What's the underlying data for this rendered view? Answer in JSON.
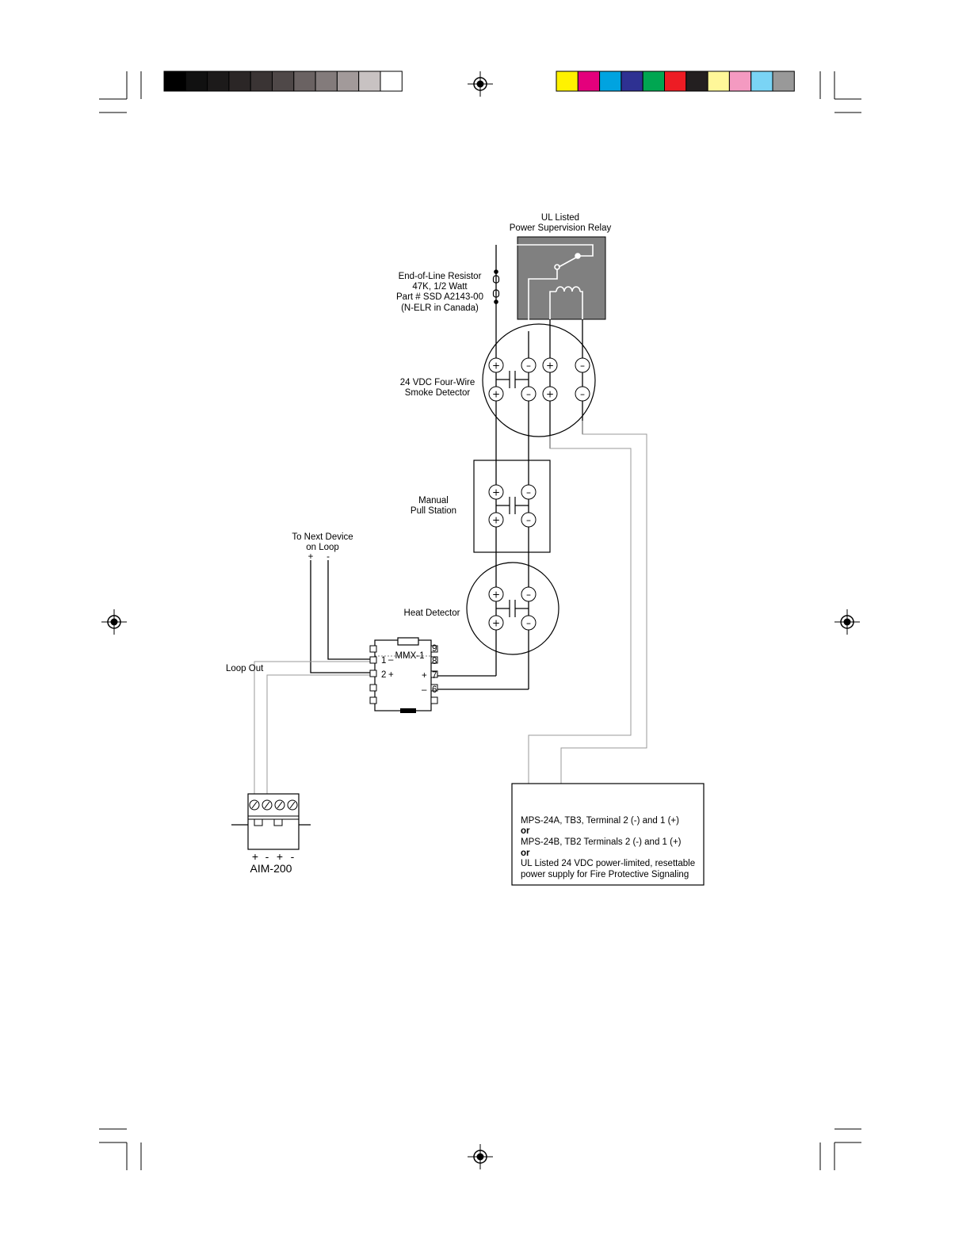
{
  "color_bar_left": [
    "#000000",
    "#111111",
    "#1c1a1a",
    "#2b2626",
    "#3a3434",
    "#4f4848",
    "#6a6262",
    "#837b7b",
    "#a29a9a",
    "#c8c2c2",
    "#ffffff"
  ],
  "color_bar_right": [
    "#fff200",
    "#e4007c",
    "#00a3e0",
    "#2e3192",
    "#00a651",
    "#ed1c24",
    "#231f20",
    "#fff799",
    "#f49ac1",
    "#7ad4f5",
    "#999999"
  ],
  "relay": {
    "title_line1": "UL Listed",
    "title_line2": "Power Supervision Relay",
    "fill": "#808080"
  },
  "resistor": {
    "line1": "End-of-Line Resistor",
    "line2": "47K, 1/2 Watt",
    "line3": "Part # SSD A2143-00",
    "line4": "(N-ELR in Canada)"
  },
  "smoke_detector": {
    "line1": "24 VDC Four-Wire",
    "line2": "Smoke Detector"
  },
  "pull_station": {
    "line1": "Manual",
    "line2": "Pull Station"
  },
  "heat_detector": {
    "label": "Heat Detector"
  },
  "next_device": {
    "line1": "To Next Device",
    "line2": "on Loop",
    "plus": "+",
    "minus": "-"
  },
  "loop_out": "Loop Out",
  "module": {
    "name": "MMX-1",
    "pins_left": [
      "1",
      "2"
    ],
    "pins_right": [
      "9",
      "8",
      "7",
      "6"
    ],
    "minus": "–",
    "plus": "+"
  },
  "aim": {
    "name": "AIM-200",
    "polarity": [
      "+",
      "-",
      "+",
      "-"
    ]
  },
  "power_supply": {
    "line1": "MPS-24A, TB3, Terminal 2 (-) and 1 (+)",
    "or1": "or",
    "line2": "MPS-24B, TB2 Terminals 2 (-) and 1 (+)",
    "or2": "or",
    "line3": "UL Listed 24 VDC power-limited, resettable",
    "line4": "power supply for Fire Protective Signaling"
  },
  "terminal_symbols": {
    "plus": "+",
    "minus": "–"
  }
}
